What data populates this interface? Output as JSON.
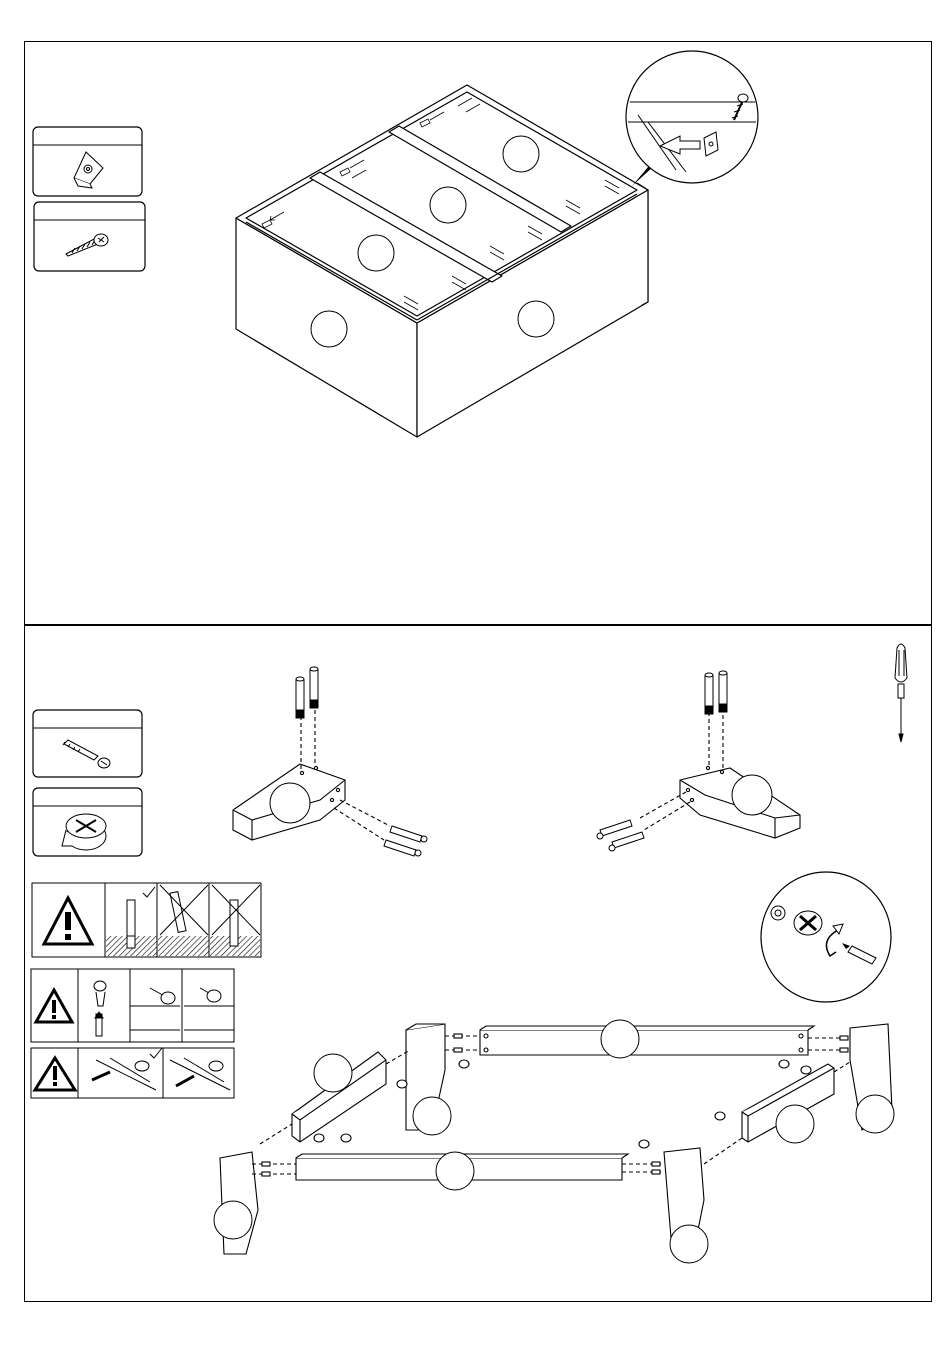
{
  "document": {
    "type": "assembly-instructions",
    "steps": [
      {
        "id": "step-upper",
        "parts": [
          {
            "icon": "corner-bracket-icon",
            "label": ""
          },
          {
            "icon": "wood-screw-icon",
            "label": ""
          }
        ],
        "callouts": [
          "",
          "",
          "",
          "",
          "",
          ""
        ],
        "detail": "bracket-screw-detail"
      },
      {
        "id": "step-lower",
        "parts": [
          {
            "icon": "cam-bolt-icon",
            "label": ""
          },
          {
            "icon": "cam-lock-icon",
            "label": ""
          }
        ],
        "tool": "screwdriver-icon",
        "warnings": [
          {
            "icon": "warning-icon",
            "panels": [
              "correct",
              "incorrect",
              "incorrect"
            ]
          },
          {
            "icon": "warning-icon",
            "panels": [
              "step",
              "step",
              "step"
            ]
          },
          {
            "icon": "warning-icon",
            "panels": [
              "correct",
              "incorrect"
            ]
          }
        ],
        "callouts": [
          "",
          "",
          "",
          "",
          "",
          "",
          "",
          "",
          "",
          "",
          ""
        ],
        "detail": "cam-lock-turn-detail"
      }
    ]
  }
}
